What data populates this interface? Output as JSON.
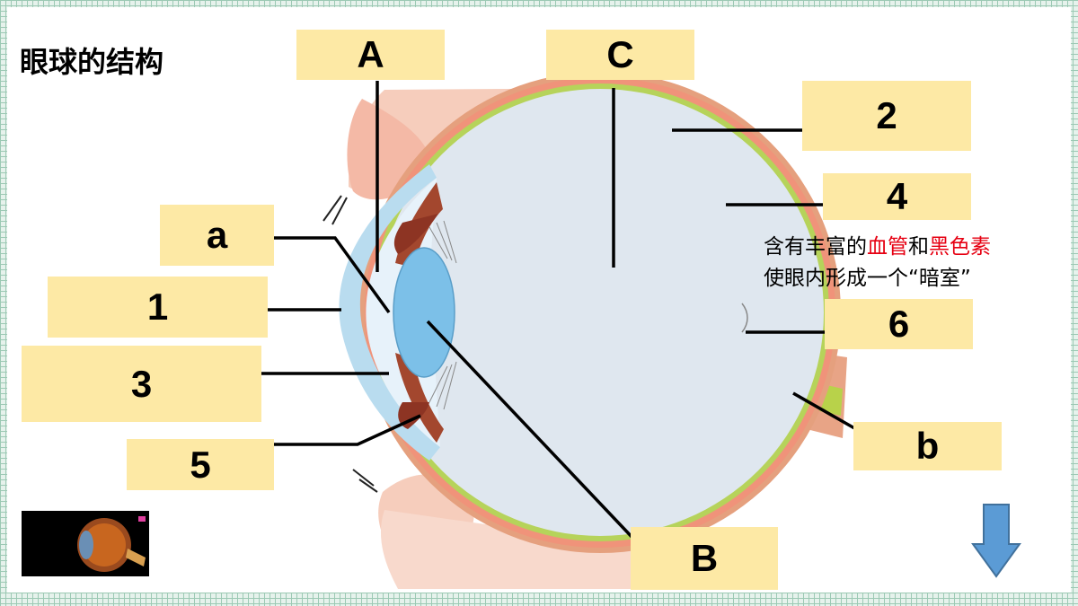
{
  "title": "眼球的结构",
  "labels": {
    "A": "A",
    "B": "B",
    "C": "C",
    "a": "a",
    "b": "b",
    "n1": "1",
    "n2": "2",
    "n3": "3",
    "n4": "4",
    "n5": "5",
    "n6": "6"
  },
  "annotation": {
    "line1_pre": "含有丰富的",
    "line1_red1": "血管",
    "line1_mid": "和",
    "line1_red2": "黑色素",
    "line2": "使眼内形成一个“暗室”"
  },
  "colors": {
    "label_fill": "#fde9a5",
    "highlight_red": "#e60012",
    "arrow_blue": "#5b9bd5",
    "grid_green": "#9cc9b4"
  },
  "icons": {
    "video": "video-thumbnail",
    "next": "down-arrow-icon"
  }
}
